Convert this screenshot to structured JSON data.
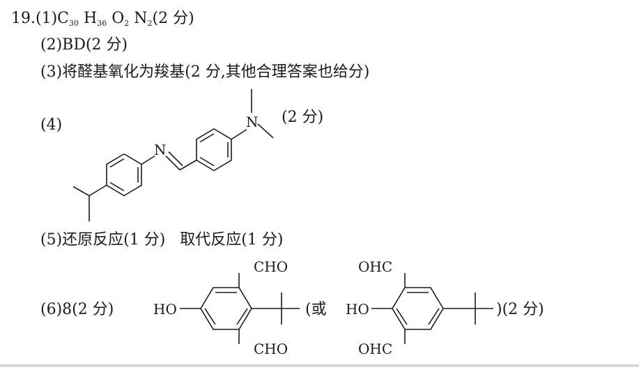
{
  "question_number": "19.",
  "part1": {
    "label": "(1)",
    "formula": [
      {
        "el": "C",
        "n": "30"
      },
      {
        "el": "H",
        "n": "36"
      },
      {
        "el": "O",
        "n": "2"
      },
      {
        "el": "N",
        "n": "2"
      }
    ],
    "score": "(2 分)"
  },
  "part2": {
    "label": "(2)",
    "text": "BD(2 分)"
  },
  "part3": {
    "label": "(3)",
    "text": "将醛基氧化为羧基(2 分,其他合理答案也给分)"
  },
  "part4": {
    "label": "(4)",
    "score": "(2 分)",
    "atom_n1": "N",
    "atom_n2": "N"
  },
  "part5": {
    "label": "(5)",
    "text": "还原反应(1 分)   取代反应(1 分)"
  },
  "part6": {
    "label": "(6)",
    "text": "8(2 分)",
    "mol1": {
      "left": "HO",
      "top": "CHO",
      "bottom": "CHO"
    },
    "or_text": "(或",
    "mol2": {
      "left": "HO",
      "top": "OHC",
      "bottom": "OHC"
    },
    "score": ")(2 分)"
  }
}
